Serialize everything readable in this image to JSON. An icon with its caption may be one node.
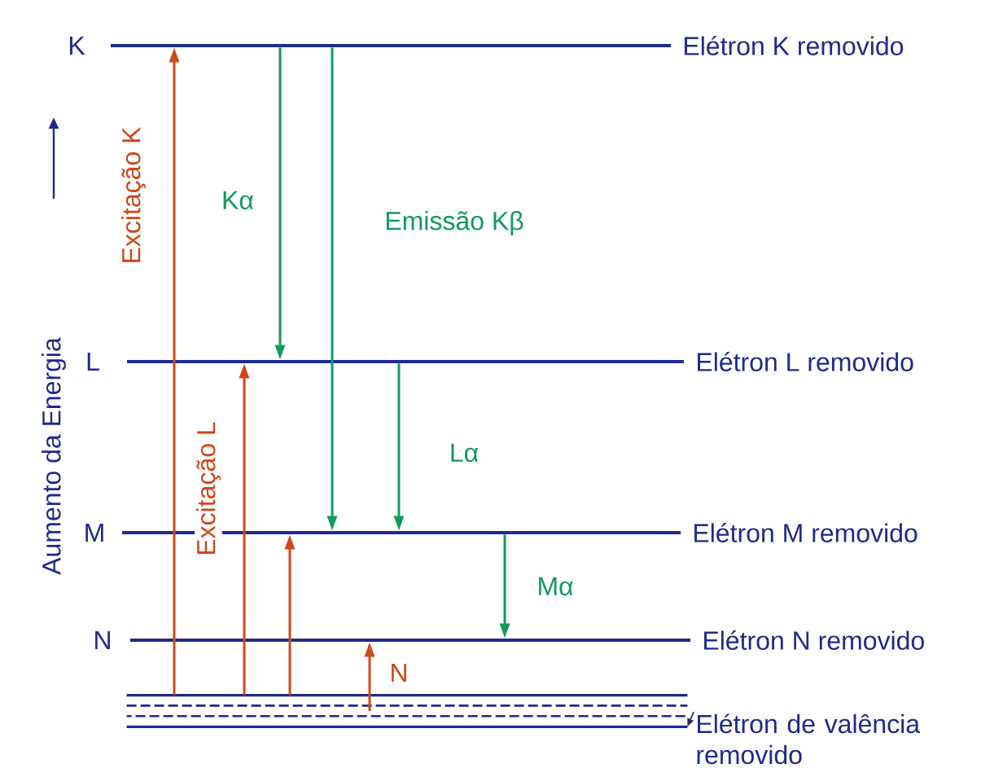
{
  "diagram": {
    "nodes": [
      {
        "text": [
          "K",
          "Elétron K removido"
        ]
      },
      {
        "text": [
          "L",
          "Elétron L removido"
        ]
      },
      {
        "text": [
          "M",
          "Elétron M removido"
        ]
      },
      {
        "text": [
          "N",
          "Elétron N removido"
        ]
      },
      {
        "text": [],
        "shape": "bar"
      },
      {
        "text": [
          "Elétron de valência removido"
        ]
      }
    ],
    "edges": [
      {
        "from": 4,
        "to": 0,
        "arrow": "to",
        "label": "Excitação K"
      },
      {
        "from": 4,
        "to": 1,
        "arrow": "to",
        "label": "Excitação L"
      },
      {
        "from": 4,
        "to": 2,
        "arrow": "to"
      },
      {
        "from": 4,
        "to": 3,
        "arrow": "to",
        "label": "N"
      },
      {
        "from": 0,
        "to": 1,
        "arrow": "to",
        "label": "Kα",
        "color": "#129a5e"
      },
      {
        "from": 0,
        "to": 2,
        "arrow": "to",
        "label": "Emissão Kβ",
        "color": "#129a5e"
      },
      {
        "from": 1,
        "to": 2,
        "arrow": "to",
        "label": "Lα",
        "color": "#129a5e"
      },
      {
        "from": 2,
        "to": 3,
        "arrow": "to",
        "label": "Mα",
        "color": "#129a5e"
      },
      {
        "from": 5,
        "to": 4,
        "arrow": "to",
        "color": "#2a2a6a"
      }
    ],
    "labels": [
      "Aumento da Energia"
    ]
  }
}
